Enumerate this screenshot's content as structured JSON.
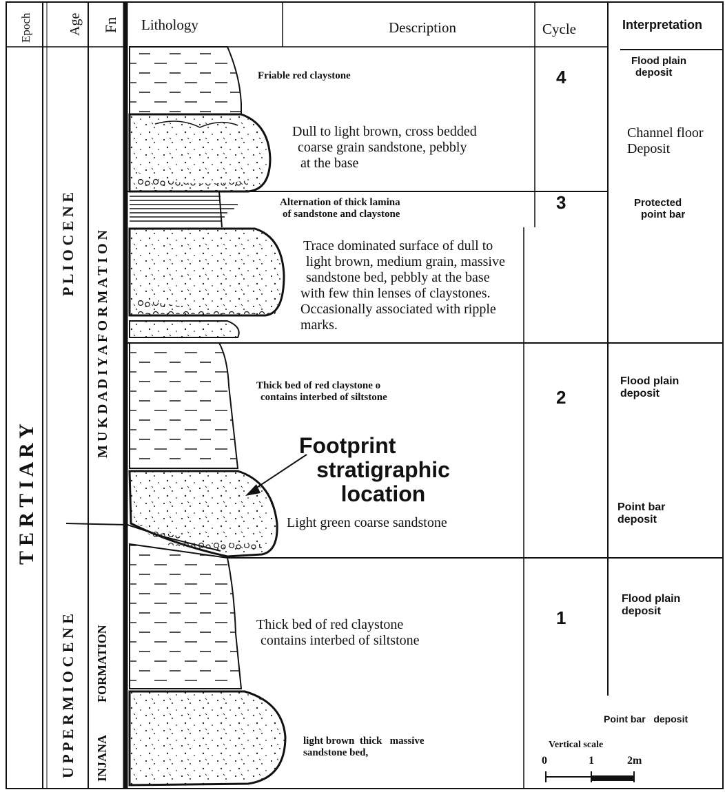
{
  "headers": {
    "epoch": "Epoch",
    "age": "Age",
    "fn": "Fn",
    "lithology": "Lithology",
    "description": "Description",
    "cycle": "Cycle",
    "interpretation": "Interpretation"
  },
  "columns": {
    "epoch": "T E R T I A R Y",
    "age_pliocene": "P L I O C E N E",
    "age_upper_miocene": "U P P E R   M I O C E N E",
    "fn_mukdadiya": "M U K D A D I Y A   F O R M A T I O N",
    "fn_injana_1": "INJANA",
    "fn_injana_2": "FORMATION"
  },
  "descriptions": {
    "d1": "Friable red claystone",
    "d2_lines": [
      "Dull to light brown, cross bedded",
      "coarse grain sandstone, pebbly",
      "at the base"
    ],
    "d3_lines": [
      "Alternation of thick lamina",
      "of sandstone and claystone"
    ],
    "d4_lines": [
      "Trace dominated surface of dull to",
      "light brown, medium grain, massive",
      "sandstone bed, pebbly at the base",
      "with few thin lenses of claystones.",
      "Occasionally associated with ripple",
      "marks."
    ],
    "d5_lines": [
      "Thick bed of red claystone o",
      "contains interbed of siltstone"
    ],
    "d6": "Light green coarse sandstone",
    "d7_lines": [
      "Thick bed of red claystone",
      "contains interbed of siltstone"
    ],
    "d8_lines": [
      "light brown  thick   massive",
      "sandstone bed,"
    ]
  },
  "footprint": {
    "lines": [
      "Footprint",
      "stratigraphic",
      "location"
    ]
  },
  "cycles": [
    "4",
    "3",
    "2",
    "1"
  ],
  "interpretations": {
    "i1_lines": [
      "Flood plain",
      "deposit"
    ],
    "i2_lines": [
      "Channel floor",
      "Deposit"
    ],
    "i3_lines": [
      "Protected",
      "point bar"
    ],
    "i4_lines": [
      "Flood plain",
      "deposit"
    ],
    "i5_lines": [
      "Point bar",
      "deposit"
    ],
    "i6_lines": [
      "Flood plain",
      "deposit"
    ],
    "i7": "Point bar   deposit"
  },
  "scale": {
    "label": "Vertical scale",
    "ticks": [
      "0",
      "1",
      "2m"
    ]
  }
}
